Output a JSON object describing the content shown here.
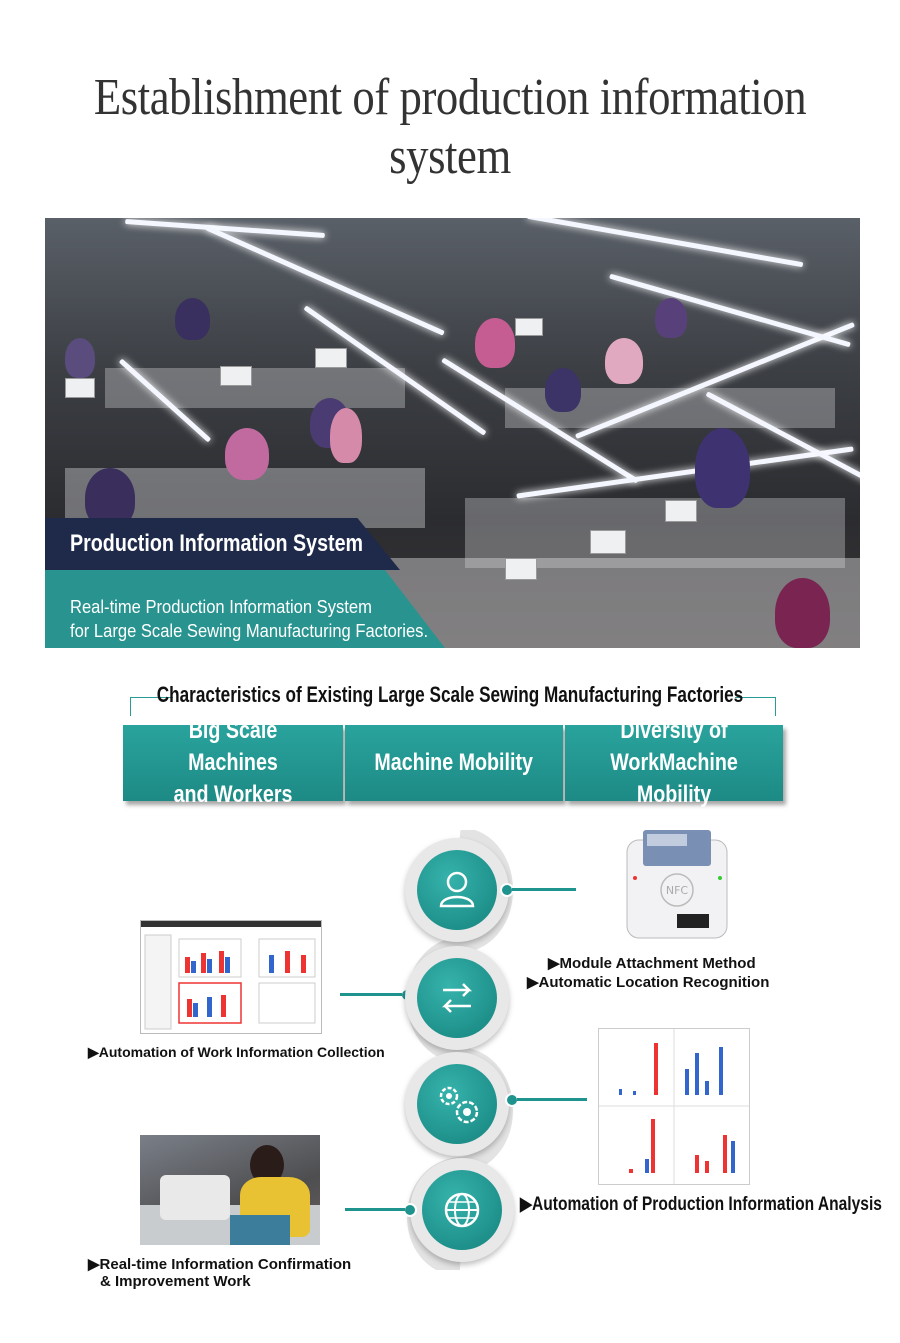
{
  "title": "Establishment of production information system",
  "hero": {
    "banner_title": "Production Information System",
    "banner_line1": "Real-time Production Information System",
    "banner_line2": "for Large Scale Sewing Manufacturing Factories."
  },
  "characteristics": {
    "heading": "Characteristics of Existing Large Scale Sewing Manufacturing Factories",
    "items": [
      "Big Scale Machines\nand Workers",
      "Machine Mobility",
      "Diversity of\nWorkMachine Mobility"
    ]
  },
  "flow": {
    "icons": [
      "person-icon",
      "transfer-arrows-icon",
      "gears-icon",
      "globe-icon"
    ],
    "captions": {
      "module": "▶Module Attachment Method",
      "location": "▶Automatic Location Recognition",
      "work_info": "▶Automation of Work Information Collection",
      "analysis": "▶Automation of Production Information Analysis",
      "realtime_1": "▶Real-time Information Confirmation",
      "realtime_2": "& Improvement Work"
    },
    "nfc_label": "NFC"
  },
  "colors": {
    "teal": "#229690",
    "navy": "#1f2a4a"
  }
}
